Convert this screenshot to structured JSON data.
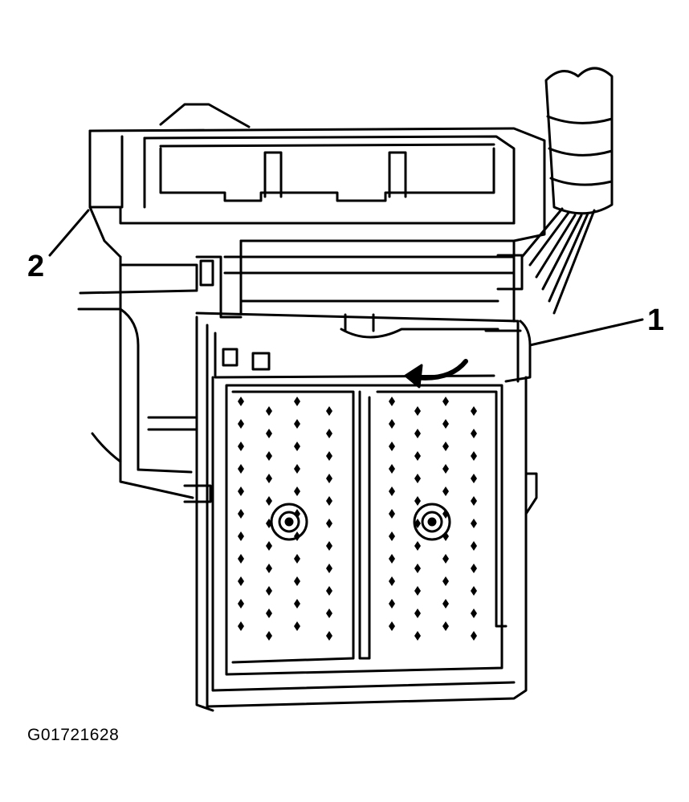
{
  "diagram": {
    "callouts": [
      {
        "id": "callout-1",
        "label": "1"
      },
      {
        "id": "callout-2",
        "label": "2"
      }
    ],
    "figure_code": "G01721628",
    "colors": {
      "line": "#000000",
      "background": "#ffffff"
    }
  }
}
